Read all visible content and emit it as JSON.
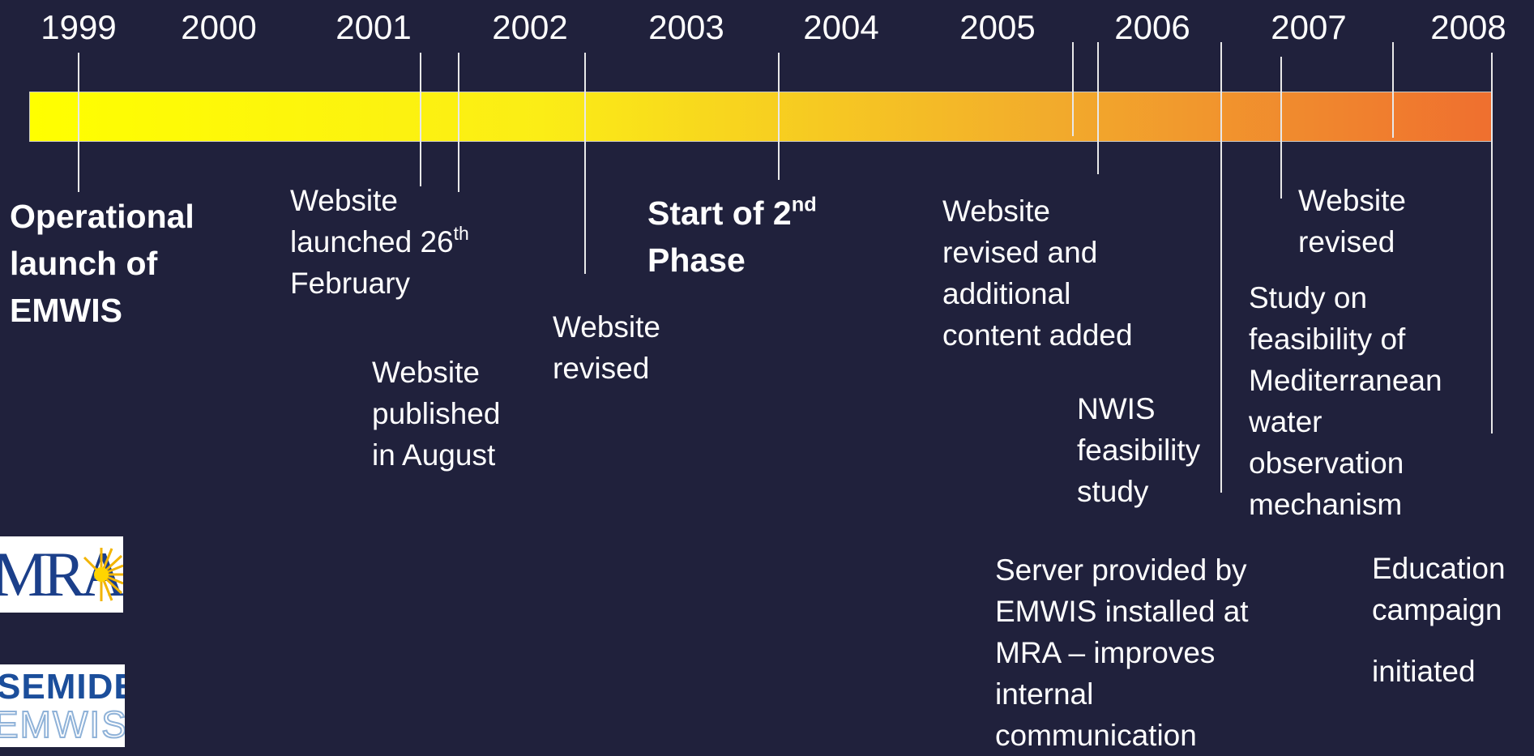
{
  "timeline": {
    "years": [
      "1999",
      "2000",
      "2001",
      "2002",
      "2003",
      "2004",
      "2005",
      "2006",
      "2007",
      "2008"
    ],
    "events": [
      {
        "lines": [
          [
            "Operational"
          ],
          [
            "launch of"
          ],
          [
            "EMWIS"
          ]
        ],
        "bold": true
      },
      {
        "lines": [
          [
            "Website"
          ],
          [
            "launched 26",
            "th"
          ],
          [
            "February"
          ]
        ],
        "bold": false
      },
      {
        "lines": [
          [
            "Website"
          ],
          [
            "published"
          ],
          [
            "in August"
          ]
        ],
        "bold": false
      },
      {
        "lines": [
          [
            "Website"
          ],
          [
            "revised"
          ]
        ],
        "bold": false
      },
      {
        "lines": [
          [
            "Start of 2",
            "nd"
          ],
          [
            "Phase"
          ]
        ],
        "bold": true
      },
      {
        "lines": [
          [
            "Website"
          ],
          [
            "revised and"
          ],
          [
            "additional"
          ],
          [
            "content added"
          ]
        ],
        "bold": false
      },
      {
        "lines": [
          [
            "NWIS"
          ],
          [
            "feasibility"
          ],
          [
            "study"
          ]
        ],
        "bold": false
      },
      {
        "lines": [
          [
            "Server provided by"
          ],
          [
            "EMWIS installed at"
          ],
          [
            "MRA – improves"
          ],
          [
            "internal"
          ],
          [
            "communication"
          ]
        ],
        "bold": false
      },
      {
        "lines": [
          [
            "Study on"
          ],
          [
            "feasibility of"
          ],
          [
            "Mediterranean"
          ],
          [
            "water"
          ],
          [
            "observation"
          ],
          [
            "mechanism"
          ]
        ],
        "bold": false
      },
      {
        "lines": [
          [
            "Website"
          ],
          [
            "revised"
          ]
        ],
        "bold": false
      },
      {
        "lines": [
          [
            "Education"
          ],
          [
            "campaign"
          ],
          [
            "initiated"
          ]
        ],
        "bold": false
      }
    ]
  },
  "logos": {
    "mra": "MRA",
    "semide_top": "SEMIDE",
    "semide_bottom": "EMWIS"
  },
  "colors": {
    "background": "#20213c",
    "bar_start": "#ffff00",
    "bar_end": "#ef6f2f",
    "text": "#ffffff"
  }
}
